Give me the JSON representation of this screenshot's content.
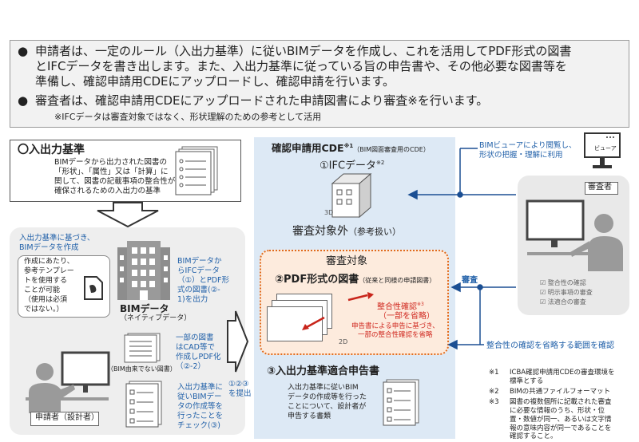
{
  "intro": {
    "bullet1_line1": "申請者は、一定のルール（入出力基準）に従いBIMデータを作成し、これを活用してPDF形式の図書",
    "bullet1_line2": "とIFCデータを書き出します。また、入出力基準に従っている旨の申告書や、その他必要な図書等を",
    "bullet1_line3": "準備し、確認申請用CDEにアップロードし、確認申請を行います。",
    "bullet2": "審査者は、確認申請用CDEにアップロードされた申請図書により審査※を行います。",
    "note": "※IFCデータは審査対象ではなく、形状理解のための参考として活用"
  },
  "standard": {
    "title": "〇入出力基準",
    "desc_l1": "BIMデータから出力された図書の",
    "desc_l2": "「形状」、「属性」又は「計算」に",
    "desc_l3": "関して、図書の記載事項の整合性が",
    "desc_l4": "確保されるための入出力の基準"
  },
  "left": {
    "create_l1": "入出力基準に基づき、",
    "create_l2": "BIMデータを作成",
    "template_l1": "作成にあたり、",
    "template_l2": "参考テンプレー",
    "template_l3": "トを使用する",
    "template_l4": "ことが可能",
    "template_l5": "（使用は必須",
    "template_l6": "ではない。）",
    "output_l1": "BIMデータか",
    "output_l2": "らIFCデータ",
    "output_l3": "（①）とPDF形",
    "output_l4": "式の図書(②-",
    "output_l5": "1)を出力",
    "bim_label": "BIMデータ",
    "bim_sub": "（ネイティブデータ）",
    "cad_l1": "一部の図書",
    "cad_l2": "はCAD等で",
    "cad_l3": "作成しPDF化",
    "cad_l4": "（②-2）",
    "nonbim": "（BIM由来でない図書）",
    "check_l1": "入出力基準に",
    "check_l2": "従いBIMデー",
    "check_l3": "タの作成等を",
    "check_l4": "行ったことを",
    "check_l5": "チェック(③)",
    "applicant": "申請者（設計者）",
    "submit_l1": "①②③",
    "submit_l2": "を提出"
  },
  "center": {
    "title": "確認申請用CDE",
    "title_sup": "※1",
    "title_sub": "（BIM図面審査用のCDE）",
    "ifc_title": "①IFCデータ",
    "ifc_sup": "※2",
    "label_3d": "3D",
    "not_target": "審査対象外",
    "not_target_sub": "（参考扱い）",
    "target": "審査対象",
    "pdf_title": "②PDF形式の図書",
    "pdf_sub": "（従来と同様の申請図書）",
    "consistency": "整合性確認",
    "consistency_sup": "※3",
    "partial": "（一部を省略）",
    "omit_l1": "申告書による申告に基づき、",
    "omit_l2": "一部の整合性確認を省略",
    "label_2d": "2D",
    "decl_title": "③入出力基準適合申告書",
    "decl_l1": "入出力基準に従いBIM",
    "decl_l2": "データの作成等を行った",
    "decl_l3": "ことについて、設計者が",
    "decl_l4": "申告する書類"
  },
  "right": {
    "viewer_l1": "BIMビューアにより閲覧し、",
    "viewer_l2": "形状の把握・理解に利用",
    "viewer_label": "ビューア",
    "reviewer": "審査者",
    "review": "審査",
    "check1": "整合性の確認",
    "check2": "明示事項の審査",
    "check3": "法適合の審査",
    "omit_scope": "整合性の確認を省略する範囲を確認"
  },
  "notes": {
    "n1_mark": "※1",
    "n1_l1": "ICBA確認申請用CDEの審査環境を",
    "n1_l2": "標準とする",
    "n2_mark": "※2",
    "n2_l1": "BIMの共通ファイルフォーマット",
    "n3_mark": "※3",
    "n3_l1": "図書の複数個所に記載された審査",
    "n3_l2": "に必要な情報のうち、形状・位",
    "n3_l3": "置・数値が同一、あるいは文字情",
    "n3_l4": "報の意味内容が同一であることを",
    "n3_l5": "確認すること。"
  }
}
